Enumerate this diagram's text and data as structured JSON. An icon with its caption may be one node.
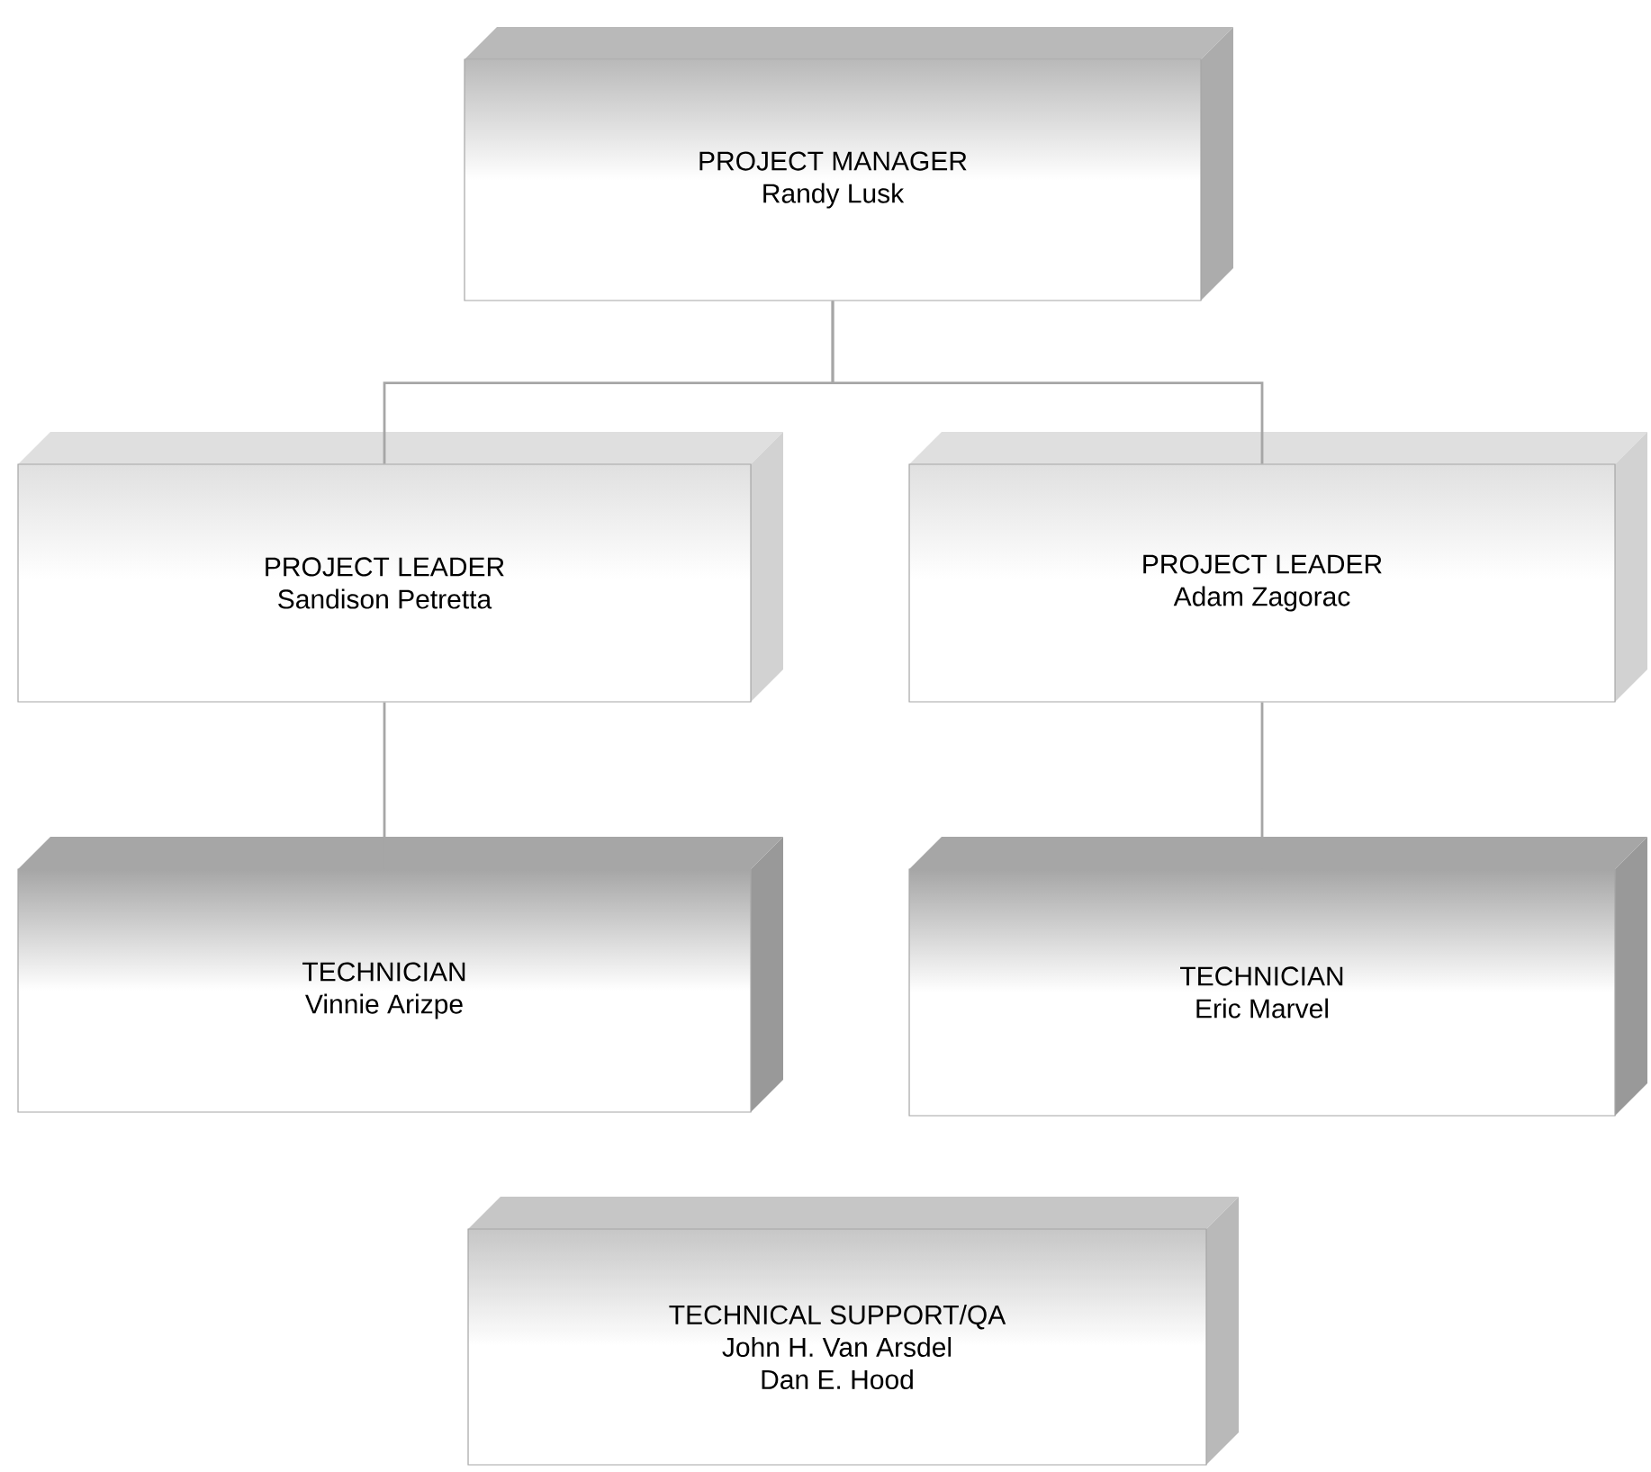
{
  "diagram": {
    "nodes": [
      {
        "text": [
          "PROJECT MANAGER",
          "Randy Lusk"
        ]
      },
      {
        "text": [
          "PROJECT LEADER",
          "Sandison Petretta"
        ]
      },
      {
        "text": [
          "PROJECT LEADER",
          "Adam Zagorac"
        ]
      },
      {
        "text": [
          "TECHNICIAN",
          "Vinnie Arizpe"
        ]
      },
      {
        "text": [
          "TECHNICIAN",
          "Eric Marvel"
        ]
      },
      {
        "text": [
          "TECHNICAL SUPPORT/QA",
          "John H. Van Arsdel",
          "Dan E. Hood"
        ]
      }
    ],
    "edges": [
      {
        "from": 0,
        "to": 1,
        "arrow": "none"
      },
      {
        "from": 0,
        "to": 2,
        "arrow": "none"
      },
      {
        "from": 1,
        "to": 3,
        "arrow": "none"
      },
      {
        "from": 2,
        "to": 4,
        "arrow": "none"
      }
    ]
  }
}
